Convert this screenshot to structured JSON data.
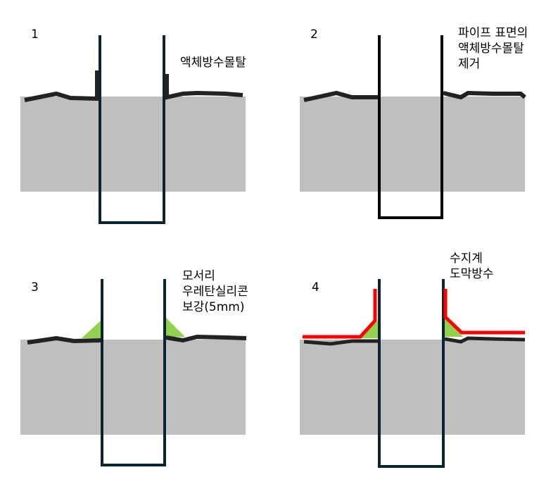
{
  "panels": [
    {
      "number": "1",
      "label_lines": [
        "액체방수몰탈"
      ]
    },
    {
      "number": "2",
      "label_lines": [
        "파이프 표면의",
        "액체방수몰탈",
        "제거"
      ]
    },
    {
      "number": "3",
      "label_lines": [
        "모서리",
        "우레탄실리콘",
        "보강(5mm)"
      ]
    },
    {
      "number": "4",
      "label_lines": [
        "수지계",
        "도막방수"
      ]
    }
  ],
  "colors": {
    "concrete": "#bfbfbf",
    "surface": "#222222",
    "pipe_dark": "#0b2530",
    "pipe_black": "#000000",
    "sealant": "#92d050",
    "membrane": "#ff0000"
  }
}
